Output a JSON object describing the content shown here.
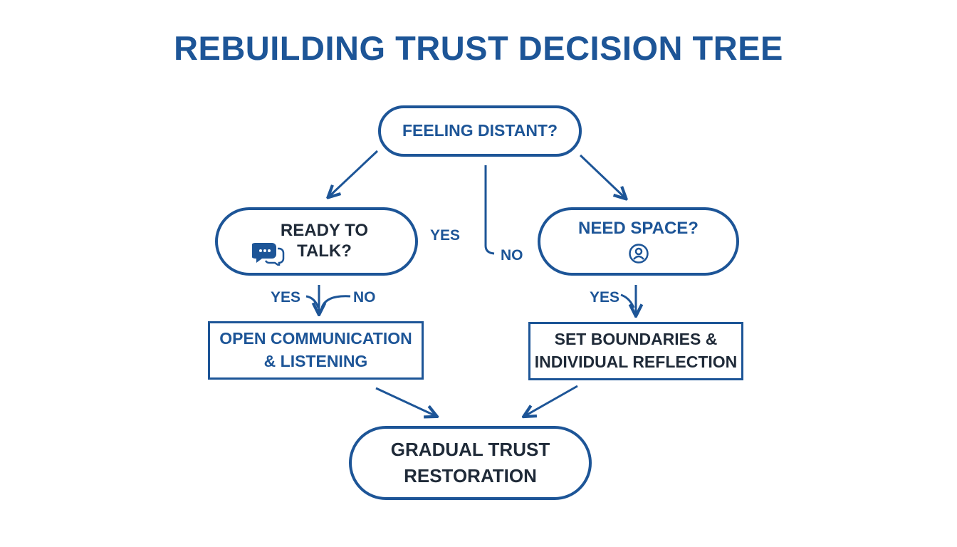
{
  "title": "REBUILDING TRUST DECISION TREE",
  "nodes": {
    "start": {
      "text": "FEELING DISTANT?"
    },
    "ready": {
      "line1": "READY TO",
      "line2": "TALK?",
      "icon": "chat-bubbles-icon"
    },
    "space": {
      "text": "NEED SPACE?",
      "icon": "user-circle-icon"
    },
    "open": {
      "line1": "OPEN COMMUNICATION",
      "line2": "& LISTENING"
    },
    "boundaries": {
      "line1": "SET BOUNDARIES &",
      "line2": "INDIVIDUAL REFLECTION"
    },
    "end": {
      "line1": "GRADUAL TRUST",
      "line2": "RESTORATION"
    }
  },
  "edge_labels": {
    "ready_yes_side": "YES",
    "center_no": "NO",
    "ready_yes": "YES",
    "ready_no": "NO",
    "space_yes": "YES"
  },
  "colors": {
    "primary": "#1d5597",
    "dark_text": "#1f2a38",
    "background": "#ffffff"
  }
}
